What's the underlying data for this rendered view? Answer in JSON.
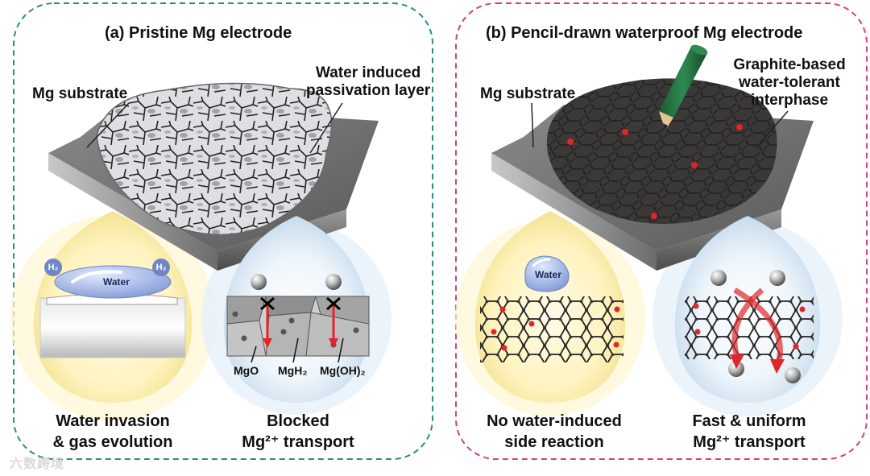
{
  "panel_a": {
    "title": "(a) Pristine Mg electrode",
    "substrate_label": "Mg substrate",
    "layer_label_line1": "Water induced",
    "layer_label_line2": "passivation layer",
    "water_label": "Water",
    "h2_label": "H₂",
    "mgo_label": "MgO",
    "mgh2_label": "MgH₂",
    "mgoh2_label": "Mg(OH)₂",
    "caption_left_line1": "Water invasion",
    "caption_left_line2": "& gas evolution",
    "caption_right_line1": "Blocked",
    "caption_right_line2": "Mg²⁺ transport",
    "accent_color": "#2a8c86"
  },
  "panel_b": {
    "title": "(b) Pencil-drawn waterproof Mg electrode",
    "substrate_label": "Mg substrate",
    "interphase_line1": "Graphite-based",
    "interphase_line2": "water-tolerant",
    "interphase_line3": "interphase",
    "water_label": "Water",
    "caption_left_line1": "No water-induced",
    "caption_left_line2": "side reaction",
    "caption_right_line1": "Fast & uniform",
    "caption_right_line2": "Mg²⁺ transport",
    "accent_color": "#d6407c"
  },
  "watermark": "六数跨境"
}
